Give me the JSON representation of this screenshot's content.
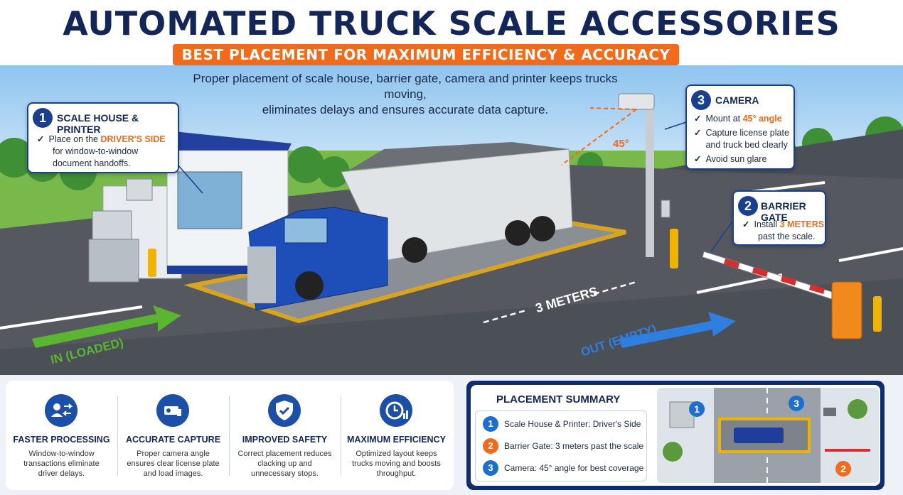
{
  "header": {
    "title": "AUTOMATED TRUCK SCALE ACCESSORIES",
    "subtitle": "BEST PLACEMENT FOR MAXIMUM EFFICIENCY & ACCURACY"
  },
  "intro": {
    "line1": "Proper placement of scale house, barrier gate, camera and printer keeps trucks moving,",
    "line2": "eliminates delays and ensures accurate data capture."
  },
  "callouts": {
    "scale_house": {
      "number": "1",
      "title": "SCALE HOUSE & PRINTER",
      "text_before": "Place on the ",
      "highlight": "DRIVER'S SIDE",
      "text_after": "for window-to-window document handoffs."
    },
    "camera": {
      "number": "3",
      "title": "CAMERA",
      "item1_before": "Mount at ",
      "item1_highlight": "45° angle",
      "item2": "Capture license plate and truck bed clearly",
      "item3": "Avoid sun glare"
    },
    "barrier": {
      "number": "2",
      "title": "BARRIER GATE",
      "text_before": "Install ",
      "highlight": "3 METERS",
      "text_after": "past the scale."
    }
  },
  "scene_labels": {
    "angle": "45°",
    "distance": "3 METERS",
    "in_label": "IN (LOADED)",
    "out_label": "OUT (EMPTY)"
  },
  "benefits": [
    {
      "icon": "user-exchange-icon",
      "title": "FASTER PROCESSING",
      "text": "Window-to-window transactions eliminate driver delays."
    },
    {
      "icon": "camera-icon",
      "title": "ACCURATE CAPTURE",
      "text": "Proper camera angle ensures clear license plate and load images."
    },
    {
      "icon": "shield-check-icon",
      "title": "IMPROVED SAFETY",
      "text": "Correct placement reduces clacking up and unnecessary stops."
    },
    {
      "icon": "clock-chart-icon",
      "title": "MAXIMUM EFFICIENCY",
      "text": "Optimized layout keeps trucks moving and boosts throughput."
    }
  ],
  "summary": {
    "title": "PLACEMENT SUMMARY",
    "items": [
      {
        "number": "1",
        "text": "Scale House & Printer: Driver's Side",
        "color": "#1b6fd1"
      },
      {
        "number": "2",
        "text": "Barrier Gate: 3 meters past the scale",
        "color": "#f26a1b"
      },
      {
        "number": "3",
        "text": "Camera: 45° angle for best coverage",
        "color": "#1b6fd1"
      }
    ],
    "map_labels": [
      "1",
      "2",
      "3"
    ]
  },
  "colors": {
    "navy": "#12265a",
    "accent": "#f26a1b",
    "blue": "#1b3f8f",
    "green_arrow": "#5cb531",
    "blue_arrow": "#2f7fe0"
  }
}
